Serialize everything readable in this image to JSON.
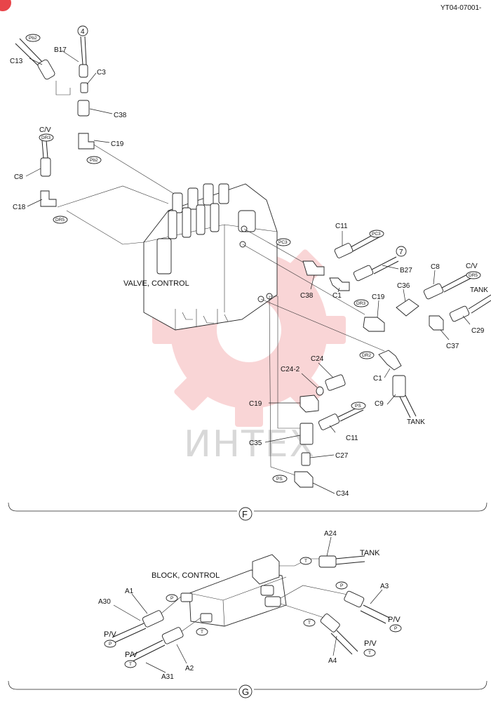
{
  "header": {
    "doc_code": "YT04-07001-"
  },
  "watermark": {
    "text": "ИНТЕХ",
    "color": "#e8454a"
  },
  "section_f": {
    "title": "VALVE, CONTROL",
    "marker": "F",
    "callouts": {
      "c4": "4",
      "c7": "7"
    },
    "labels": {
      "b17": "B17",
      "c3": "C3",
      "c13": "C13",
      "c38_top": "C38",
      "c19_top": "C19",
      "cv_left": "C/V",
      "c8_left": "C8",
      "c18": "C18",
      "c11_top": "C11",
      "b27": "B27",
      "c38_mid": "C38",
      "c1_mid": "C1",
      "c19_mid": "C19",
      "c36": "C36",
      "c8_right": "C8",
      "cv_right": "C/V",
      "tank_right": "TANK",
      "c29": "C29",
      "c37": "C37",
      "c1_low": "C1",
      "c9": "C9",
      "tank_low": "TANK",
      "c24": "C24",
      "c24_2": "C24-2",
      "c19_low": "C19",
      "c11_low": "C11",
      "c35": "C35",
      "c27": "C27",
      "c34": "C34"
    },
    "ports": {
      "pb2_a": "Pb2",
      "pb2_b": "Pb2",
      "dr3_left": "DR3",
      "dr5": "DR5",
      "pc3_a": "PC3",
      "pc3_b": "PC3",
      "dr3_mid": "DR3",
      "dr5_right": "DR5",
      "dr2": "DR2",
      "ps_a": "PS",
      "ps_b": "PS"
    }
  },
  "section_g": {
    "title": "BLOCK, CONTROL",
    "marker": "G",
    "labels": {
      "a24": "A24",
      "tank": "TANK",
      "a3": "A3",
      "a1": "A1",
      "a30": "A30",
      "pv_left_top": "P/V",
      "pv_left_bot": "P/V",
      "a2": "A2",
      "a31": "A31",
      "pv_right_top": "P/V",
      "pv_right_bot": "P/V",
      "a4": "A4"
    },
    "ports": {
      "t_top": "T",
      "p_top": "P",
      "p_left": "P",
      "p_pv_left": "P",
      "t_left": "T",
      "t_pv_left": "T",
      "t_right": "T",
      "p_pv_right": "P",
      "t_pv_right": "T"
    }
  }
}
